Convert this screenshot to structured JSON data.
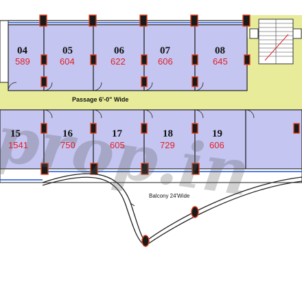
{
  "units_top": [
    {
      "number": "04",
      "area": "589"
    },
    {
      "number": "05",
      "area": "604"
    },
    {
      "number": "06",
      "area": "622"
    },
    {
      "number": "07",
      "area": "606"
    },
    {
      "number": "08",
      "area": "645"
    }
  ],
  "units_bottom": [
    {
      "number": "15",
      "area": "1541"
    },
    {
      "number": "16",
      "area": "750"
    },
    {
      "number": "17",
      "area": "605"
    },
    {
      "number": "18",
      "area": "729"
    },
    {
      "number": "19",
      "area": "606"
    }
  ],
  "passage_label": "Passage 6'-0\" Wide",
  "balcony_label": "Balcony 24'Wide",
  "watermark": "prop.in",
  "colors": {
    "unit_fill": "#c4c5f0",
    "passage_fill": "#e8ec9a",
    "area_text": "#e0202a",
    "column": "#e0401f",
    "window_line": "#1a52d8"
  }
}
